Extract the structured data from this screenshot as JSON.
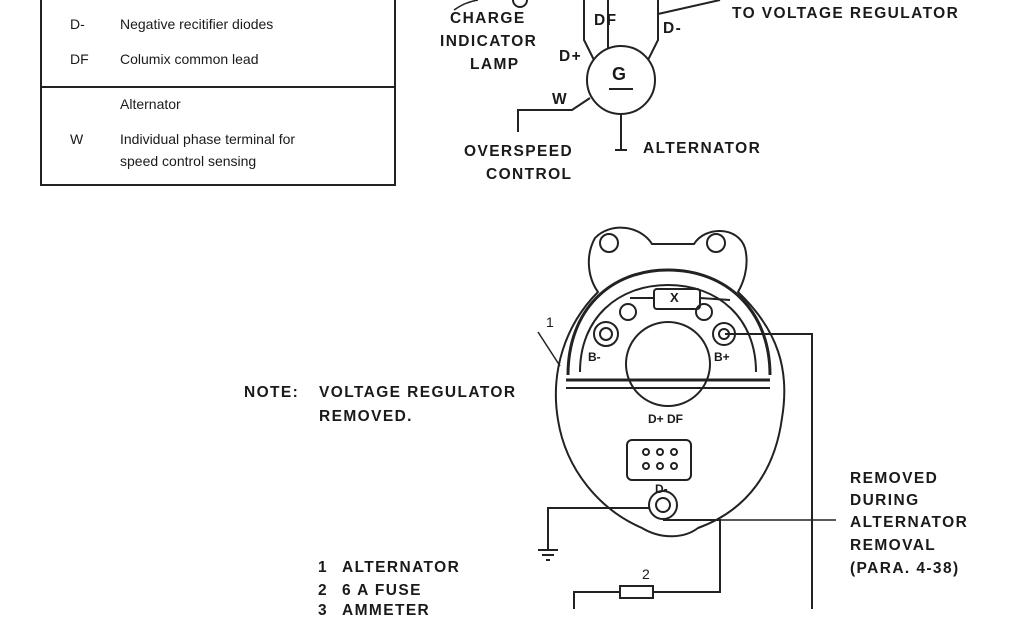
{
  "legend": {
    "rows": [
      {
        "code": "D-",
        "desc": "Negative recitifier diodes"
      },
      {
        "code": "DF",
        "desc": "Columix common lead"
      }
    ],
    "section_title": "Alternator",
    "w_code": "W",
    "w_desc_line1": "Individual phase terminal for",
    "w_desc_line2": "speed control sensing"
  },
  "schematic": {
    "charge_line1": "CHARGE",
    "charge_line2": "INDICATOR",
    "charge_line3": "LAMP",
    "to_regulator": "TO VOLTAGE REGULATOR",
    "symbol": "G",
    "df": "DF",
    "d_minus": "D-",
    "d_plus": "D+",
    "w": "W",
    "overspeed_line1": "OVERSPEED",
    "overspeed_line2": "CONTROL",
    "alternator": "ALTERNATOR"
  },
  "drawing": {
    "note_label": "NOTE:",
    "note_line1": "VOLTAGE REGULATOR",
    "note_line2": "REMOVED.",
    "callout_1": "1",
    "callout_2": "2",
    "x_label": "X",
    "b_minus": "B-",
    "b_plus": "B+",
    "d_plus_df": "D+ DF",
    "d_minus": "D-",
    "removed_line1": "REMOVED",
    "removed_line2": "DURING",
    "removed_line3": "ALTERNATOR",
    "removed_line4": "REMOVAL",
    "removed_line5": "(PARA. 4-38)"
  },
  "parts_list": [
    {
      "num": "1",
      "name": "ALTERNATOR"
    },
    {
      "num": "2",
      "name": "6 A FUSE"
    },
    {
      "num": "3",
      "name": "AMMETER"
    }
  ]
}
